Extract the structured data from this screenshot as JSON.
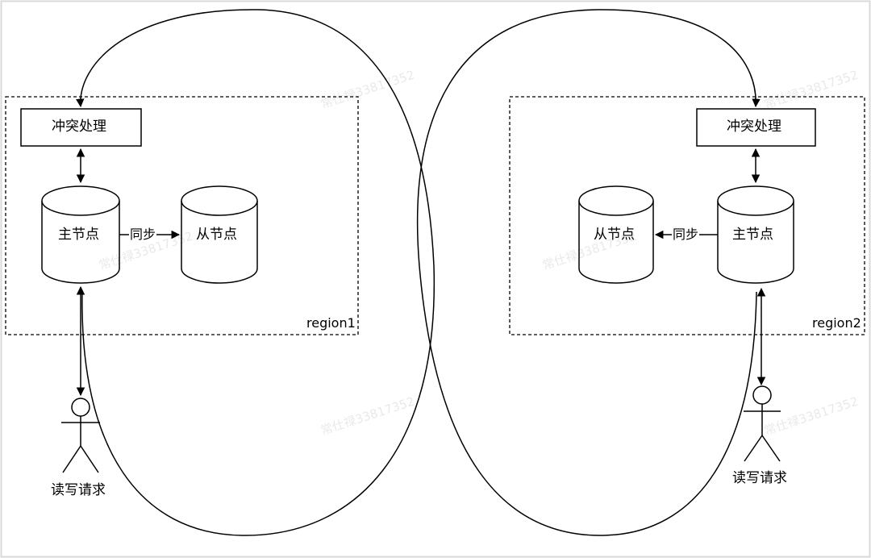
{
  "region1": {
    "label": "region1",
    "conflict_box": "冲突处理",
    "primary_node": "主节点",
    "replica_node": "从节点",
    "sync_label": "同步",
    "actor_label": "读写请求"
  },
  "region2": {
    "label": "region2",
    "conflict_box": "冲突处理",
    "primary_node": "主节点",
    "replica_node": "从节点",
    "sync_label": "同步",
    "actor_label": "读写请求"
  },
  "watermark": "常仕禄33817352",
  "colors": {
    "stroke": "#000000",
    "background": "#ffffff",
    "frame": "#d9d9d9"
  }
}
